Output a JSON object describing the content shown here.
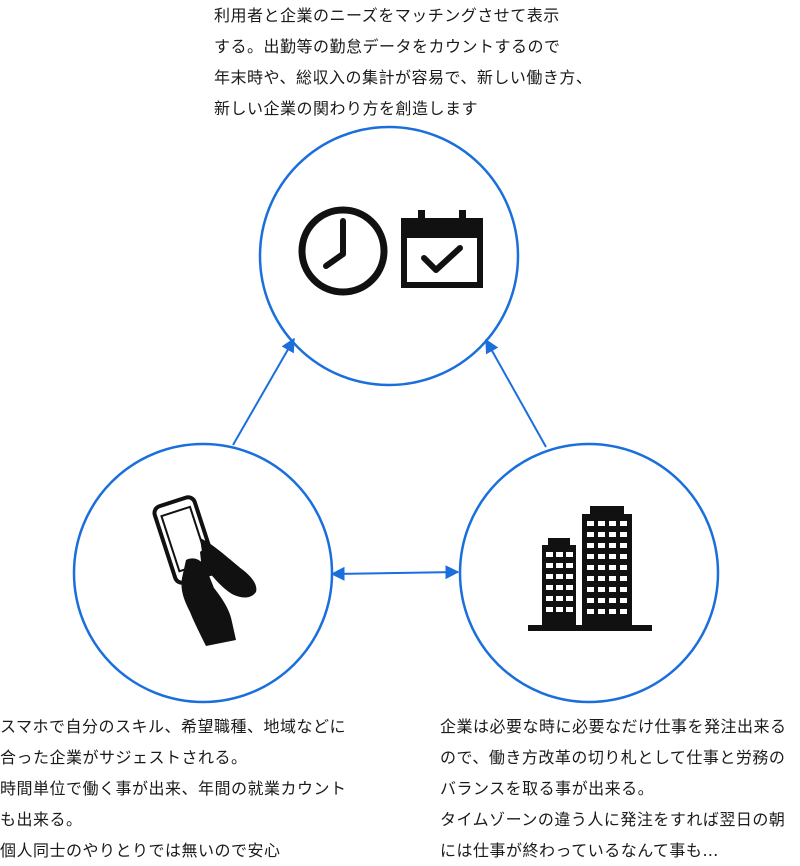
{
  "colors": {
    "accent": "#1a6fdc",
    "icon": "#111111",
    "text": "#1a1a1a"
  },
  "nodes": {
    "top": {
      "icons": [
        "clock-icon",
        "calendar-check-icon"
      ],
      "description": [
        "利用者と企業のニーズをマッチングさせて表示",
        "する。出勤等の勤怠データをカウントするので",
        "年末時や、総収入の集計が容易で、新しい働き方、",
        "新しい企業の関わり方を創造します"
      ]
    },
    "left": {
      "icons": [
        "smartphone-hand-icon"
      ],
      "description": [
        "スマホで自分のスキル、希望職種、地域などに",
        "合った企業がサジェストされる。",
        "時間単位で働く事が出来、年間の就業カウント",
        "も出来る。",
        "個人同士のやりとりでは無いので安心"
      ]
    },
    "right": {
      "icons": [
        "buildings-icon"
      ],
      "description": [
        "企業は必要な時に必要なだけ仕事を発注出来る",
        "ので、働き方改革の切り札として仕事と労務の",
        "バランスを取る事が出来る。",
        "タイムゾーンの違う人に発注をすれば翌日の朝",
        "には仕事が終わっているなんて事も…"
      ]
    }
  }
}
